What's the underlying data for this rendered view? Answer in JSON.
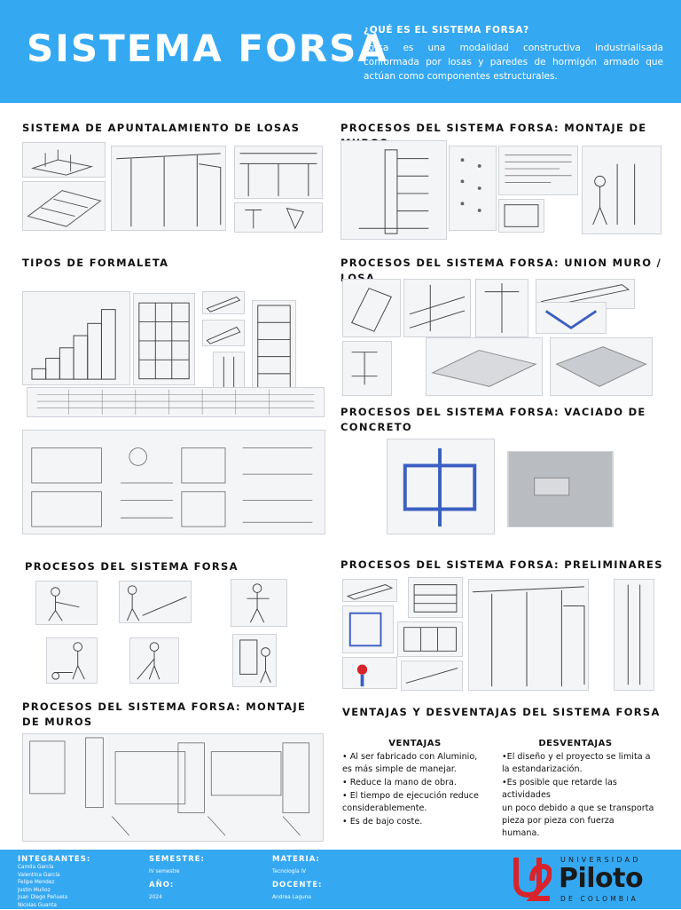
{
  "header": {
    "title": "SISTEMA FORSA",
    "question": "¿QUÉ ES EL SISTEMA FORSA?",
    "description": "Forsa es una modalidad constructiva industrialisada conformada por losas y paredes de hormigón armado que actúan como componentes estructurales."
  },
  "sections": {
    "apuntalamiento": "SISTEMA DE APUNTALAMIENTO DE LOSAS",
    "montaje_muros_top": "PROCESOS DEL SISTEMA FORSA: MONTAJE DE MUROS",
    "tipos_formaleta": "TIPOS DE FORMALETA",
    "union_muro_losa": "PROCESOS DEL SISTEMA FORSA: UNION MURO / LOSA",
    "vaciado": "PROCESOS DEL SISTEMA FORSA: VACIADO DE CONCRETO",
    "procesos": "PROCESOS DEL SISTEMA FORSA",
    "preliminares": "PROCESOS DEL SISTEMA FORSA: PRELIMINARES",
    "montaje_muros_bottom": "PROCESOS DEL SISTEMA FORSA: MONTAJE DE MUROS",
    "ventajas_desventajas": "VENTAJAS Y DESVENTAJAS DEL SISTEMA FORSA"
  },
  "ventajas": {
    "heading": "VENTAJAS",
    "items": [
      "• Al ser fabricado con Aluminio, es más simple de manejar.",
      "• Reduce la mano de obra.",
      "• El tiempo de ejecución reduce considerablemente.",
      "• Es de bajo coste."
    ]
  },
  "desventajas": {
    "heading": "DESVENTAJAS",
    "items": [
      "•El diseño y el proyecto se limita a la estandarización.",
      "•Es posible que retarde las actividades",
      "un poco debido a que se transporta pieza por pieza con fuerza humana."
    ]
  },
  "footer": {
    "integrantes_label": "INTEGRANTES:",
    "integrantes": [
      "Camila García",
      "Valentina García",
      "Felipe Mendez",
      "Justin Muñoz",
      "Juan Diego Peñuela",
      "Nicolas Guanta"
    ],
    "semestre_label": "SEMESTRE:",
    "semestre": "IV semestre",
    "ano_label": "AÑO:",
    "ano": "2024",
    "materia_label": "MATERIA:",
    "materia": "Tecnología IV",
    "docente_label": "DOCENTE:",
    "docente": "Andrea Laguna"
  },
  "logo": {
    "line1": "UNIVERSIDAD",
    "line2": "Piloto",
    "line3": "DE COLOMBIA"
  },
  "colors": {
    "brand_blue": "#35a8f2",
    "logo_red": "#d8232a"
  }
}
